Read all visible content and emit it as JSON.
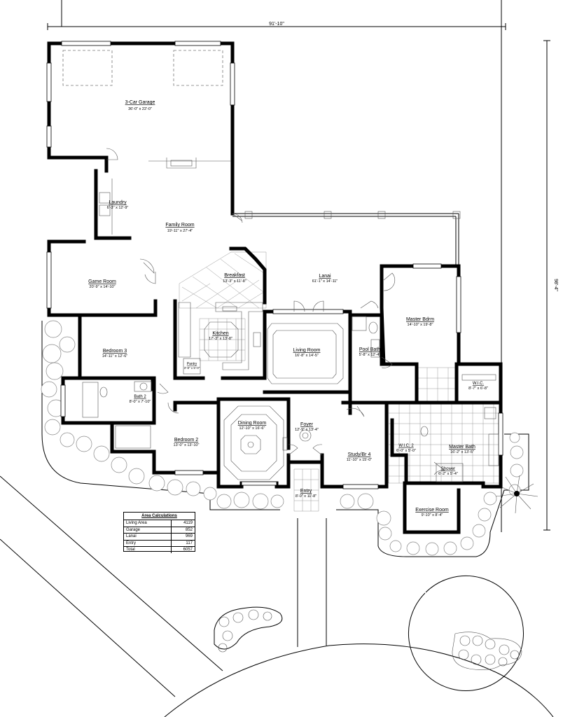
{
  "dimensions": {
    "width": "91'-10\"",
    "depth": "98'-4\""
  },
  "rooms": {
    "garage": {
      "name": "3-Car Garage",
      "size": "36'-0\" x 22'-0\""
    },
    "laundry": {
      "name": "Laundry",
      "size": "6'-3\" x 12'-9\""
    },
    "family": {
      "name": "Family Room",
      "size": "19'-11\" x 27'-4\""
    },
    "game": {
      "name": "Game Room",
      "size": "20'-9\" x 14'-10\""
    },
    "breakfast": {
      "name": "Breakfast",
      "size": "13'-3\" x 11'-8\""
    },
    "lanai": {
      "name": "Lanai",
      "size": "61'-1\" x 14'-11\""
    },
    "master_bdrm": {
      "name": "Master Bdrm",
      "size": "14'-10\" x 19'-8\""
    },
    "kitchen": {
      "name": "Kitchen",
      "size": "17'-3\" x 13'-8\""
    },
    "pantry": {
      "name": "Pantry",
      "size": "3'-8\" x 5'-0\""
    },
    "living": {
      "name": "Living Room",
      "size": "16'-8\" x 14'-5\""
    },
    "pool_bath": {
      "name": "Pool Bath",
      "size": "5'-8\" x 12'-4\""
    },
    "bedroom3": {
      "name": "Bedroom 3",
      "size": "14'-11\" x 12'-6\""
    },
    "bath2": {
      "name": "Bath 2",
      "size": "8'-0\" x 7'-10\""
    },
    "wic": {
      "name": "W.I.C.",
      "size": "8'-7\" x 6'-8\""
    },
    "bedroom2": {
      "name": "Bedroom 2",
      "size": "13'-0\" x 13'-10\""
    },
    "dining": {
      "name": "Dining Room",
      "size": "12'-10\" x 16'-6\""
    },
    "foyer": {
      "name": "Foyer",
      "size": "12'-9\" x 13'-4\""
    },
    "study": {
      "name": "Study/Br 4",
      "size": "11'-10\" x 15'-0\""
    },
    "wic2": {
      "name": "W.I.C. 2",
      "size": "6'-0\" x 5'-0\""
    },
    "master_bath": {
      "name": "Master Bath",
      "size": "16'-2\" x 13'-5\""
    },
    "shower": {
      "name": "Shower",
      "size": "6'-2\" x 5'-4\""
    },
    "entry": {
      "name": "Entry",
      "size": "8'-0\" x 11'-8\""
    },
    "exercise": {
      "name": "Exercise Room",
      "size": "9'-10\" x 8'-4\""
    }
  },
  "area_table": {
    "title": "Area Calculations",
    "rows": [
      {
        "label": "Living Area",
        "value": "4119"
      },
      {
        "label": "Garage",
        "value": "852"
      },
      {
        "label": "Lanai",
        "value": "969"
      },
      {
        "label": "Entry",
        "value": "117"
      },
      {
        "label": "Total",
        "value": "6057"
      }
    ]
  }
}
